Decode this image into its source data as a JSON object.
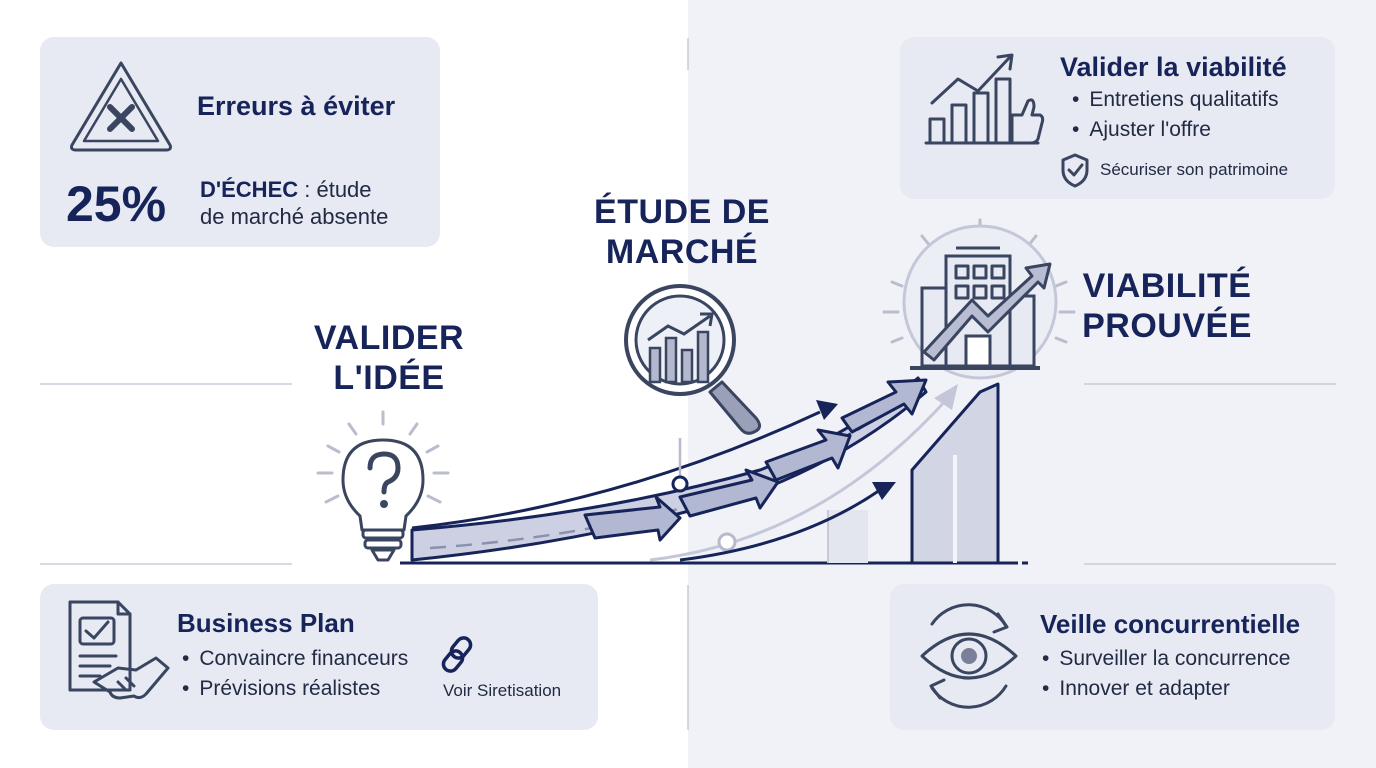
{
  "errors_card": {
    "title": "Erreurs à éviter",
    "percent": "25%",
    "failure_word": "D'ÉCHEC",
    "failure_rest_line1": " : étude",
    "failure_line2": "de marché absente"
  },
  "viability_card": {
    "title": "Valider la viabilité",
    "items": [
      "Entretiens qualitatifs",
      "Ajuster l'offre"
    ],
    "footer": "Sécuriser son patrimoine"
  },
  "business_card": {
    "title": "Business Plan",
    "items": [
      "Convaincre financeurs",
      "Prévisions réalistes"
    ],
    "link_label": "Voir Siretisation"
  },
  "watch_card": {
    "title": "Veille concurrentielle",
    "items": [
      "Surveiller la concurrence",
      "Innover et adapter"
    ]
  },
  "stages": {
    "idea": [
      "VALIDER",
      "L'IDÉE"
    ],
    "study": [
      "ÉTUDE DE",
      "MARCHÉ"
    ],
    "proven": [
      "VIABILITÉ",
      "PROUVÉE"
    ]
  },
  "icons": {
    "warning": "warning-triangle-x-icon",
    "growth": "growth-chart-thumbs-up-icon",
    "shield": "shield-check-icon",
    "document": "document-check-handshake-icon",
    "link": "chain-link-icon",
    "eye": "eye-refresh-icon",
    "bulb": "lightbulb-question-icon",
    "magnifier": "magnifier-chart-icon",
    "building": "building-growth-icon"
  },
  "colors": {
    "navy": "#16245a",
    "card": "#e7e9f3",
    "arrow_fill": "#c9ccdf"
  }
}
